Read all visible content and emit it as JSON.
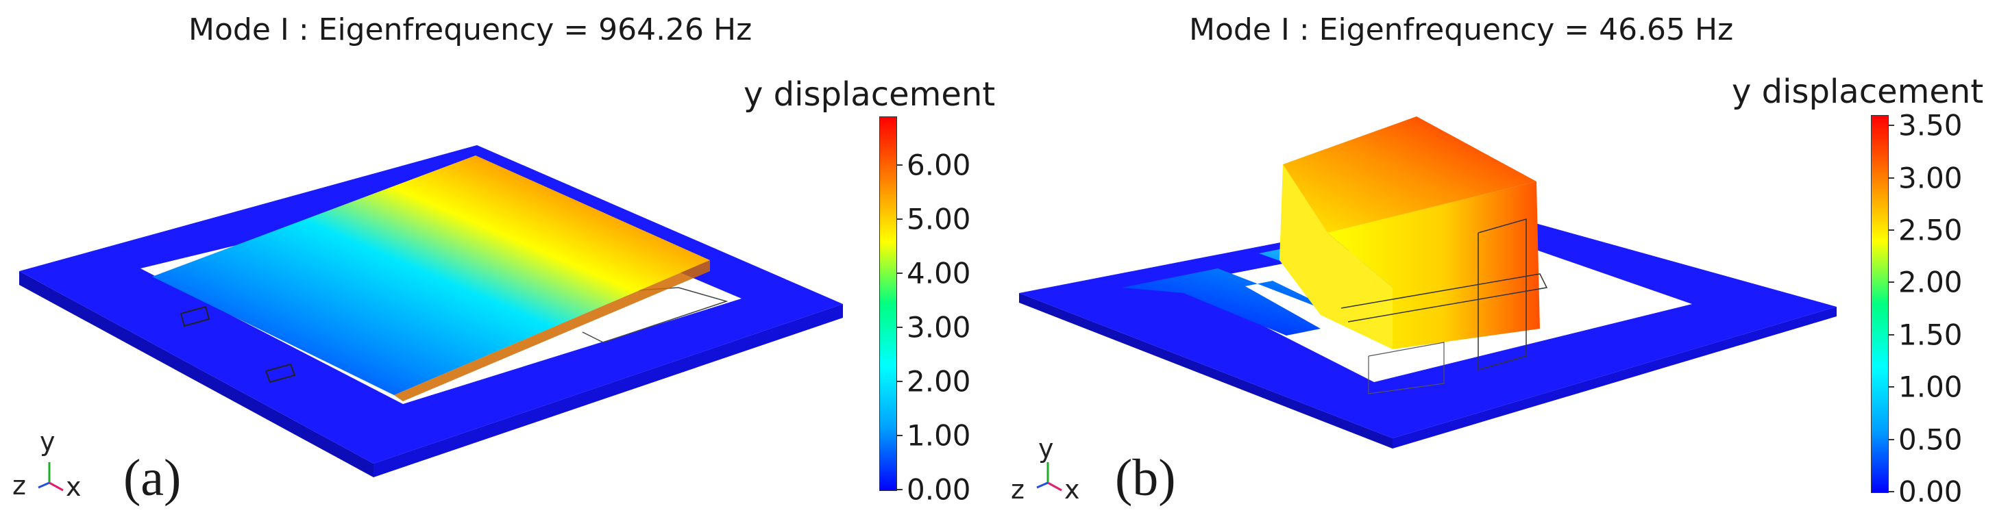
{
  "panels": [
    {
      "id": "a",
      "title": "Mode I : Eigenfrequency = 964.26 Hz",
      "legend_title": "y displacement",
      "label": "(a)",
      "colorbar": {
        "min": 0.0,
        "max": 6.9,
        "ticks": [
          "0.00",
          "1.00",
          "2.00",
          "3.00",
          "4.00",
          "5.00",
          "6.00"
        ],
        "tick_values": [
          0,
          1,
          2,
          3,
          4,
          5,
          6
        ]
      },
      "axes_triad": {
        "y": "y",
        "z": "z",
        "x": "x"
      }
    },
    {
      "id": "b",
      "title": "Mode I : Eigenfrequency = 46.65 Hz",
      "legend_title": "y displacement",
      "label": "(b)",
      "colorbar": {
        "min": 0.0,
        "max": 3.6,
        "ticks": [
          "0.00",
          "0.50",
          "1.00",
          "1.50",
          "2.00",
          "2.50",
          "3.00",
          "3.50"
        ],
        "tick_values": [
          0,
          0.5,
          1.0,
          1.5,
          2.0,
          2.5,
          3.0,
          3.5
        ]
      },
      "axes_triad": {
        "y": "y",
        "z": "z",
        "x": "x"
      }
    }
  ],
  "colors": {
    "frame": "#1a1aff",
    "frame_dark": "#0f0fd0",
    "colormap": [
      "#0000ff",
      "#00a0ff",
      "#00ffff",
      "#00ff80",
      "#ffff00",
      "#ff8000",
      "#ff0000"
    ]
  }
}
